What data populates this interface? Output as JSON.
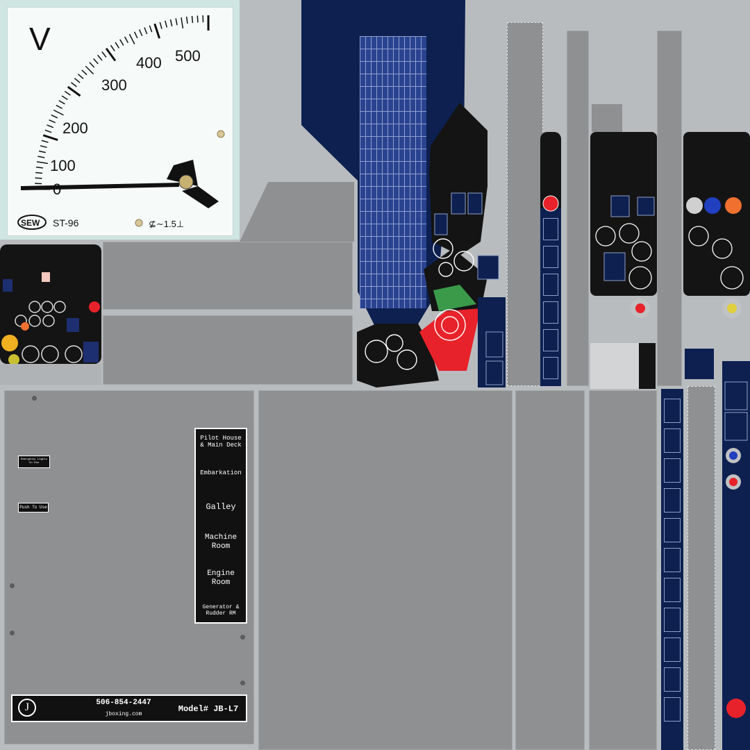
{
  "meter": {
    "unit": "V",
    "ticks": [
      "0",
      "100",
      "200",
      "300",
      "400",
      "500"
    ],
    "brand": "SEW",
    "model": "ST-96",
    "accuracy": "⊈∼1.5⊥"
  },
  "labels": {
    "emergency": "Emergency Lights\nIn Use",
    "push": "Push To Use"
  },
  "directory": [
    "Pilot House\n& Main Deck",
    "Embarkation",
    "Galley",
    "Machine\nRoom",
    "Engine\nRoom",
    "Generator &\nRudder RM"
  ],
  "plate": {
    "logo": "J",
    "phone": "506-854-2447",
    "website": "jboxing.com",
    "model": "Model# JB-L7"
  },
  "colors": {
    "navy": "#0d2050",
    "panel_grey": "#8e9092",
    "red": "#e8222a",
    "green": "#3a9a4a",
    "meter_face": "#f4f8f6"
  }
}
